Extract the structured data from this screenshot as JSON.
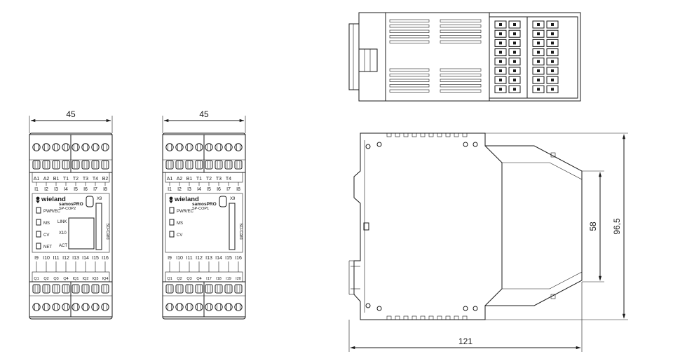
{
  "dimensions": {
    "width_front": "45",
    "depth_side": "121",
    "height_total": "96,5",
    "height_inner": "58"
  },
  "brand": {
    "name": "wieland",
    "product": "samosPRO"
  },
  "module_left": {
    "model": "SP-COP2",
    "top_labels": [
      "A1",
      "A2",
      "B1",
      "T1",
      "T2",
      "T3",
      "T4",
      "B2"
    ],
    "input_row1": [
      "I1",
      "I2",
      "I3",
      "I4",
      "I5",
      "I6",
      "I7",
      "I8"
    ],
    "connector": "X9",
    "sd_card": "SD-Card",
    "leds": [
      "PWR/EC",
      "MS",
      "CV",
      "NET"
    ],
    "eth_labels": [
      "LINK",
      "X10",
      "ACT"
    ],
    "input_row2": [
      "I9",
      "I10",
      "I11",
      "I12",
      "I13",
      "I14",
      "I15",
      "I16"
    ],
    "output_row": [
      "Q1",
      "Q2",
      "Q3",
      "Q4",
      "IQ1",
      "IQ2",
      "IQ3",
      "IQ4"
    ]
  },
  "module_right": {
    "model": "SP-COP1",
    "top_labels": [
      "A1",
      "A2",
      "B1",
      "T1",
      "T2",
      "T3",
      "T4"
    ],
    "input_row1": [
      "I1",
      "I2",
      "I3",
      "I4",
      "I5",
      "I6",
      "I7",
      "I8"
    ],
    "connector": "X9",
    "sd_card": "SD-Card",
    "leds": [
      "PWR/EC",
      "MS",
      "CV"
    ],
    "input_row2": [
      "I9",
      "I10",
      "I11",
      "I12",
      "I13",
      "I14",
      "I15",
      "I16"
    ],
    "output_row": [
      "Q1",
      "Q2",
      "Q3",
      "Q4",
      "I17",
      "I18",
      "I19",
      "I20"
    ]
  }
}
